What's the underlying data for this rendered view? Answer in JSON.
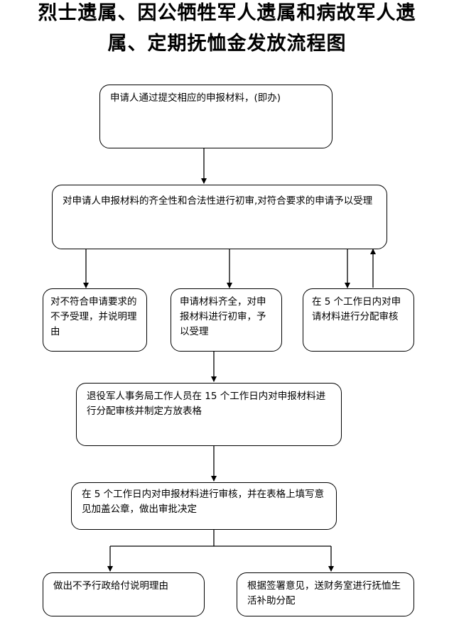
{
  "title": {
    "line1": "烈士遗属、因公牺牲军人遗属和病故军人遗",
    "line2": "属、定期抚恤金发放流程图"
  },
  "nodes": {
    "apply": "申请人通过提交相应的申报材料，(即办)",
    "initial_review": "对申请人申报材料的齐全性和合法性进行初审,对符合要求的申请予以受理",
    "reject": "对不符合申请要求的不予受理，并说明理由",
    "accept": "申请材料齐全，对申报材料进行初审，予以受理",
    "dispatch_5day": "在 5 个工作日内对申请材料进行分配审核",
    "bureau_review": "退役军人事务局工作人员在 15 个工作日内对申报材料进行分配审核并制定方放表格",
    "final_review": "在 5 个工作日内对申报材料进行审核，并在表格上填写意见加盖公章，做出审批决定",
    "deny_explain": "做出不予行政给付说明理由",
    "payout": "根据签署意见，送财务室进行抚恤生活补助分配"
  }
}
